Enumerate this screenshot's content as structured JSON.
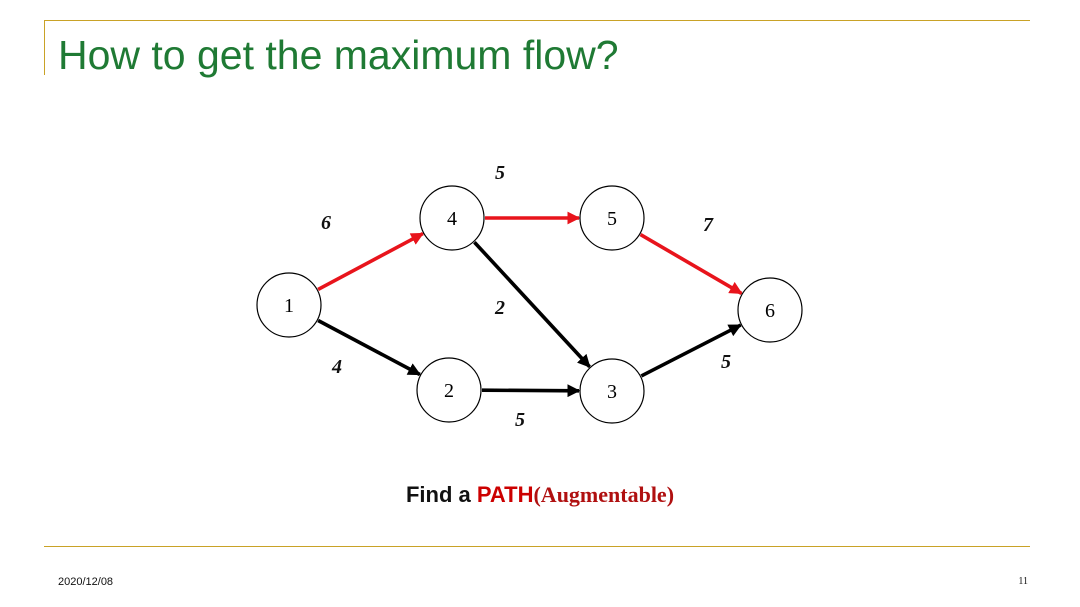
{
  "slide": {
    "title": "How to get the maximum flow?",
    "date": "2020/12/08",
    "page_number": "11"
  },
  "caption": {
    "part1": "Find a ",
    "part2": "PATH",
    "part3": "(Augmentable)"
  },
  "colors": {
    "title": "#1f7a34",
    "rule": "#c9a227",
    "highlight_edge": "#e8141c",
    "normal_edge": "#000000",
    "caption_accent": "#cc0000"
  },
  "graph": {
    "nodes": [
      {
        "id": "1",
        "label": "1"
      },
      {
        "id": "2",
        "label": "2"
      },
      {
        "id": "3",
        "label": "3"
      },
      {
        "id": "4",
        "label": "4"
      },
      {
        "id": "5",
        "label": "5"
      },
      {
        "id": "6",
        "label": "6"
      }
    ],
    "edges": [
      {
        "from": "1",
        "to": "4",
        "capacity": "6",
        "highlighted": true
      },
      {
        "from": "4",
        "to": "5",
        "capacity": "5",
        "highlighted": true
      },
      {
        "from": "5",
        "to": "6",
        "capacity": "7",
        "highlighted": true
      },
      {
        "from": "1",
        "to": "2",
        "capacity": "4",
        "highlighted": false
      },
      {
        "from": "2",
        "to": "3",
        "capacity": "5",
        "highlighted": false
      },
      {
        "from": "4",
        "to": "3",
        "capacity": "2",
        "highlighted": false
      },
      {
        "from": "3",
        "to": "6",
        "capacity": "5",
        "highlighted": false
      }
    ]
  }
}
